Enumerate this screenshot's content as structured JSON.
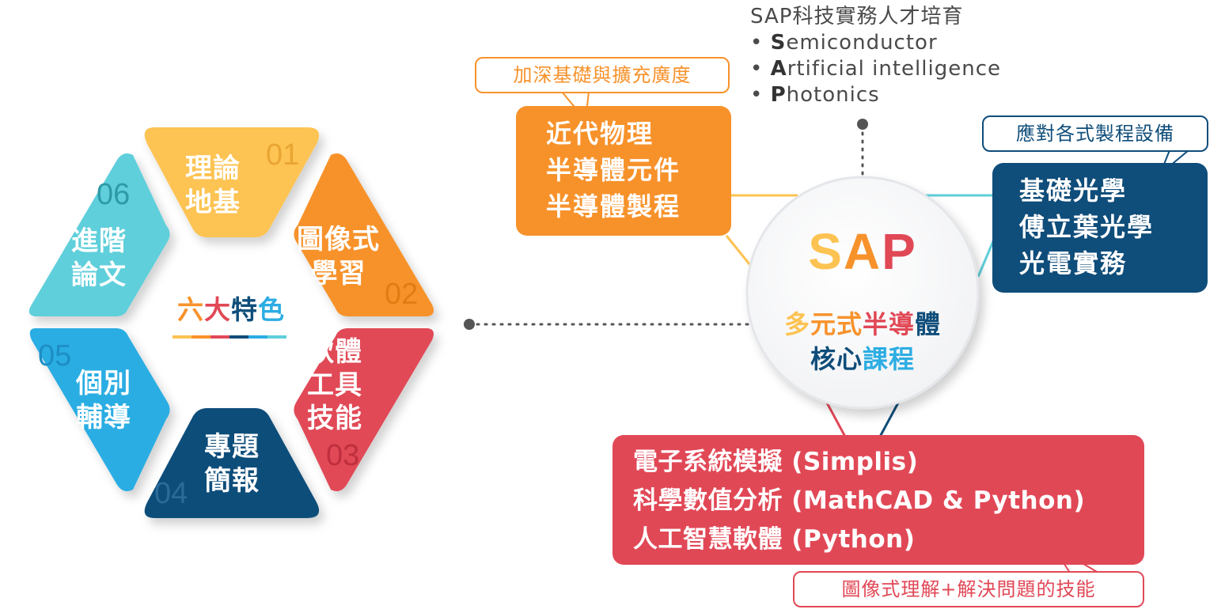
{
  "colors": {
    "yellow": "#fdc352",
    "orange": "#f7922b",
    "red": "#e14856",
    "navy": "#0f4d7a",
    "blue": "#2cade3",
    "teal": "#5fcfdb"
  },
  "six_features": {
    "title": "六大特色",
    "segments": [
      {
        "num": "01",
        "label": "理論\n地基"
      },
      {
        "num": "02",
        "label": "圖像式\n學習"
      },
      {
        "num": "03",
        "label": "軟體\n工具\n技能"
      },
      {
        "num": "04",
        "label": "專題\n簡報"
      },
      {
        "num": "05",
        "label": "個別\n輔導"
      },
      {
        "num": "06",
        "label": "進階\n論文"
      }
    ]
  },
  "sap": {
    "title": "SAP",
    "subtitle_line1": "多元式半導體",
    "subtitle_line2": "核心課程",
    "notes_title": "SAP科技實務人才培育",
    "notes": [
      {
        "bullet": "•",
        "initial": "S",
        "rest": "emiconductor"
      },
      {
        "bullet": "•",
        "initial": "A",
        "rest": "rtificial intelligence"
      },
      {
        "bullet": "•",
        "initial": "P",
        "rest": "hotonics"
      }
    ]
  },
  "orange_box": {
    "text": "近代物理\n半導體元件\n半導體製程",
    "callout": "加深基礎與擴充廣度"
  },
  "navy_box": {
    "text": "基礎光學\n傅立葉光學\n光電實務",
    "callout": "應對各式製程設備"
  },
  "red_box": {
    "text": "電子系統模擬 (Simplis)\n科學數值分析 (MathCAD & Python)\n人工智慧軟體 (Python)",
    "callout": "圖像式理解+解決問題的技能"
  }
}
